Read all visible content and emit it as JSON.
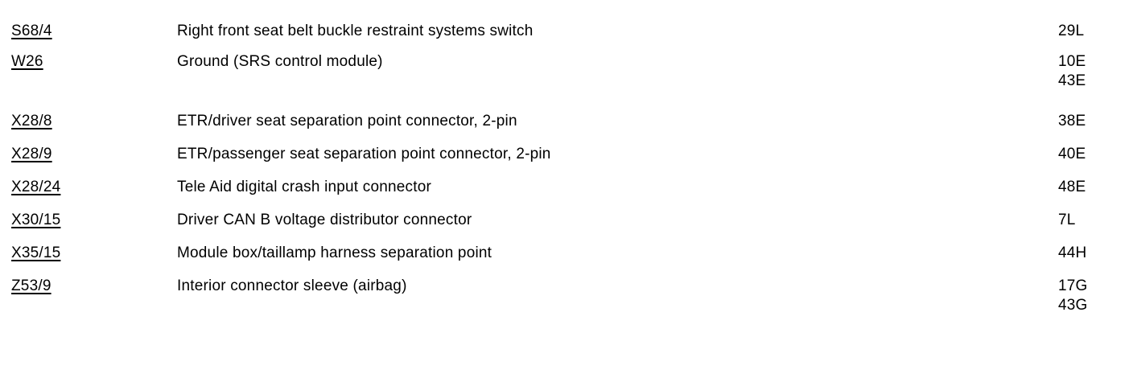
{
  "page": {
    "background_color": "#ffffff",
    "text_color": "#000000"
  },
  "legend": {
    "rows": [
      {
        "code": "S68/4",
        "description": "Right front seat belt buckle restraint systems switch",
        "locations": [
          "29L"
        ]
      },
      {
        "code": "W26",
        "description": "Ground (SRS control module)",
        "locations": [
          "10E",
          "43E"
        ]
      },
      {
        "code": "X28/8",
        "description": "ETR/driver seat separation point connector, 2-pin",
        "locations": [
          "38E"
        ]
      },
      {
        "code": "X28/9",
        "description": "ETR/passenger seat separation point connector, 2-pin",
        "locations": [
          "40E"
        ]
      },
      {
        "code": "X28/24",
        "description": "Tele Aid digital crash input connector",
        "locations": [
          "48E"
        ]
      },
      {
        "code": "X30/15",
        "description": "Driver CAN B voltage distributor connector",
        "locations": [
          "7L"
        ]
      },
      {
        "code": "X35/15",
        "description": "Module box/taillamp harness separation point",
        "locations": [
          "44H"
        ]
      },
      {
        "code": "Z53/9",
        "description": "Interior connector sleeve (airbag)",
        "locations": [
          "17G",
          "43G"
        ]
      }
    ]
  }
}
